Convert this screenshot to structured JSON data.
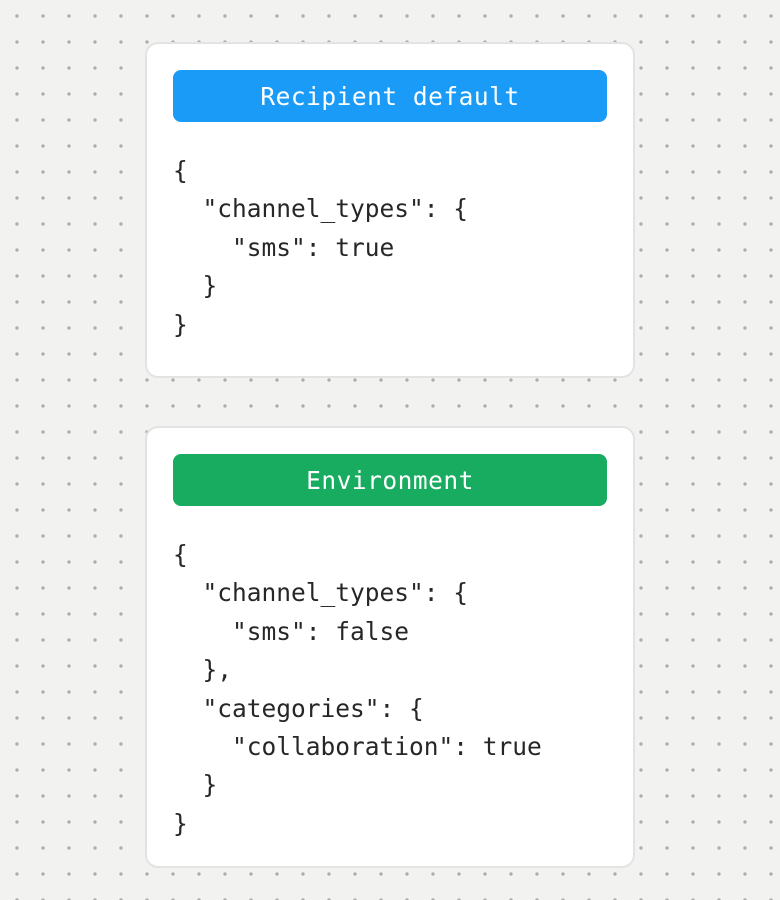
{
  "canvas": {
    "background_color": "#F2F2F1",
    "dot_color": "#ACACAC"
  },
  "cards": [
    {
      "name": "recipient-default",
      "header": {
        "label": "Recipient default",
        "background_color": "#199BF7",
        "text_color": "#FFFFFF"
      },
      "code_lines": [
        "{",
        "  \"channel_types\": {",
        "    \"sms\": true",
        "  }",
        "}"
      ]
    },
    {
      "name": "environment",
      "header": {
        "label": "Environment",
        "background_color": "#17AC60",
        "text_color": "#FFFFFF"
      },
      "code_lines": [
        "{",
        "  \"channel_types\": {",
        "    \"sms\": false",
        "  },",
        "  \"categories\": {",
        "    \"collaboration\": true",
        "  }",
        "}"
      ]
    }
  ]
}
